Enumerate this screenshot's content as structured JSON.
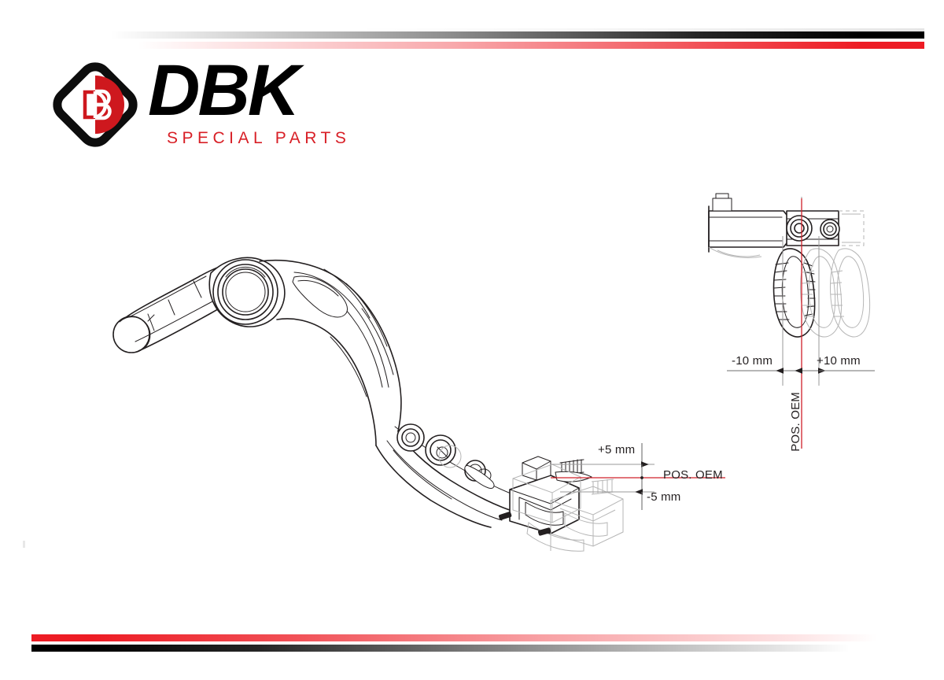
{
  "document": {
    "type": "technical-drawing",
    "subject": "Adjustable rear brake lever and footpeg position diagram",
    "background_color": "#FFFFFF"
  },
  "brand": {
    "name": "DBK",
    "tagline": "SPECIAL PARTS",
    "emblem_letters": "DB",
    "colors": {
      "red": "#ED1C24",
      "black": "#000000",
      "line": "#231F20"
    }
  },
  "decor": {
    "stripes": [
      {
        "name": "top-black-stripe",
        "color": "#000000",
        "fade": "left-to-right"
      },
      {
        "name": "top-red-stripe",
        "color": "#ED1C24",
        "fade": "left-to-right"
      },
      {
        "name": "bottom-red-stripe",
        "color": "#ED1C24",
        "fade": "right-to-left"
      },
      {
        "name": "bottom-black-stripe",
        "color": "#000000",
        "fade": "right-to-left"
      }
    ]
  },
  "views": {
    "lever": {
      "name": "rear-brake-lever-side-view",
      "callouts": {
        "up": "+5 mm",
        "reference": "POS. OEM",
        "down": "-5 mm"
      }
    },
    "footpeg": {
      "name": "footpeg-top-view",
      "callouts": {
        "back": "-10 mm",
        "reference": "POS. OEM",
        "forward": "+10 mm"
      }
    }
  },
  "chart_data": {
    "type": "diagram",
    "title": "Brake lever adjustment ranges",
    "annotations": [
      {
        "label": "+5 mm",
        "axis": "vertical",
        "value": 5,
        "unit": "mm",
        "view": "lever"
      },
      {
        "label": "POS. OEM",
        "axis": "vertical",
        "value": 0,
        "unit": "mm",
        "view": "lever",
        "color": "#ED1C24"
      },
      {
        "label": "-5 mm",
        "axis": "vertical",
        "value": -5,
        "unit": "mm",
        "view": "lever"
      },
      {
        "label": "-10 mm",
        "axis": "horizontal",
        "value": -10,
        "unit": "mm",
        "view": "footpeg"
      },
      {
        "label": "POS. OEM",
        "axis": "horizontal",
        "value": 0,
        "unit": "mm",
        "view": "footpeg",
        "color": "#ED1C24"
      },
      {
        "label": "+10 mm",
        "axis": "horizontal",
        "value": 10,
        "unit": "mm",
        "view": "footpeg"
      }
    ]
  }
}
